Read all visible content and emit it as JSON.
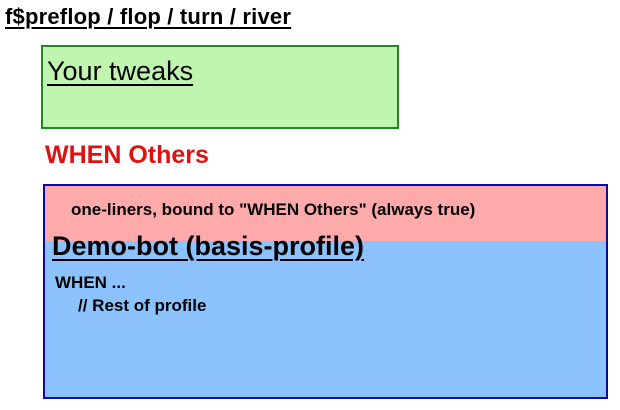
{
  "title": "f$preflop / flop / turn / river",
  "tweaks_box": {
    "label": "Your tweaks",
    "fill_color": "#c0f5b0",
    "border_color": "#1d8a1d"
  },
  "when_others": {
    "label": "WHEN Others",
    "color": "#e01010"
  },
  "main_box": {
    "fill_color": "#8cc3ff",
    "border_color": "#0a0aa8",
    "top_strip_color": "#ffaaaa",
    "oneliners_text": "one-liners, bound to \"WHEN Others\" (always true)",
    "demobot_label": "Demo-bot (basis-profile)",
    "code_lines": [
      "WHEN ...",
      "// Rest of profile"
    ]
  }
}
